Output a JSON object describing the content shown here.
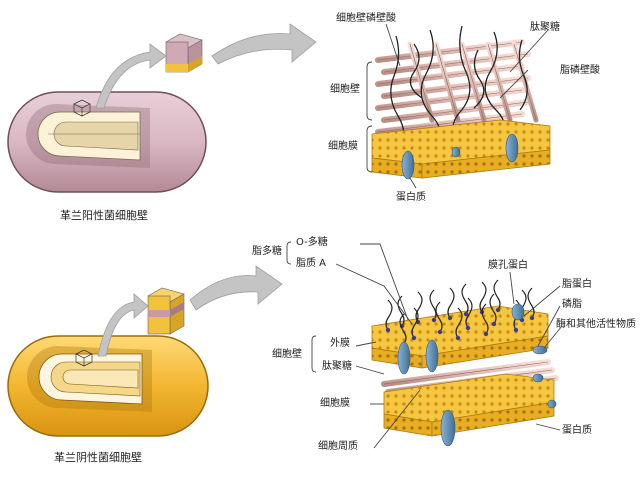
{
  "figure": {
    "gram_positive": {
      "caption": "革兰阳性菌细胞壁",
      "labels": {
        "teichoic_acid": "细胞壁磷壁酸",
        "peptidoglycan": "肽聚糖",
        "lipoteichoic_acid": "脂磷壁酸",
        "cell_wall": "细胞壁",
        "cell_membrane": "细胞膜",
        "protein": "蛋白质"
      }
    },
    "gram_negative": {
      "caption": "革兰阴性菌细胞壁",
      "labels": {
        "lipopolysaccharide": "脂多糖",
        "o_polysaccharide": "O-多糖",
        "lipid_a": "脂质 A",
        "porin": "膜孔蛋白",
        "lipoprotein": "脂蛋白",
        "phospholipid": "磷脂",
        "enzymes": "酶和其他活性物质",
        "cell_wall": "细胞壁",
        "outer_membrane": "外膜",
        "peptidoglycan": "肽聚糖",
        "cell_membrane": "细胞膜",
        "periplasm": "细胞周质",
        "protein": "蛋白质"
      }
    },
    "colors": {
      "gram_positive_body": "#d9b8c3",
      "gram_negative_body": "#f2b630",
      "membrane": "#f2c23c",
      "membrane_dot": "#c98a10",
      "rod": "#e2bcb4",
      "protein": "#5d8fb8",
      "arrow": "#b5b5b5",
      "strand": "#222222"
    }
  }
}
